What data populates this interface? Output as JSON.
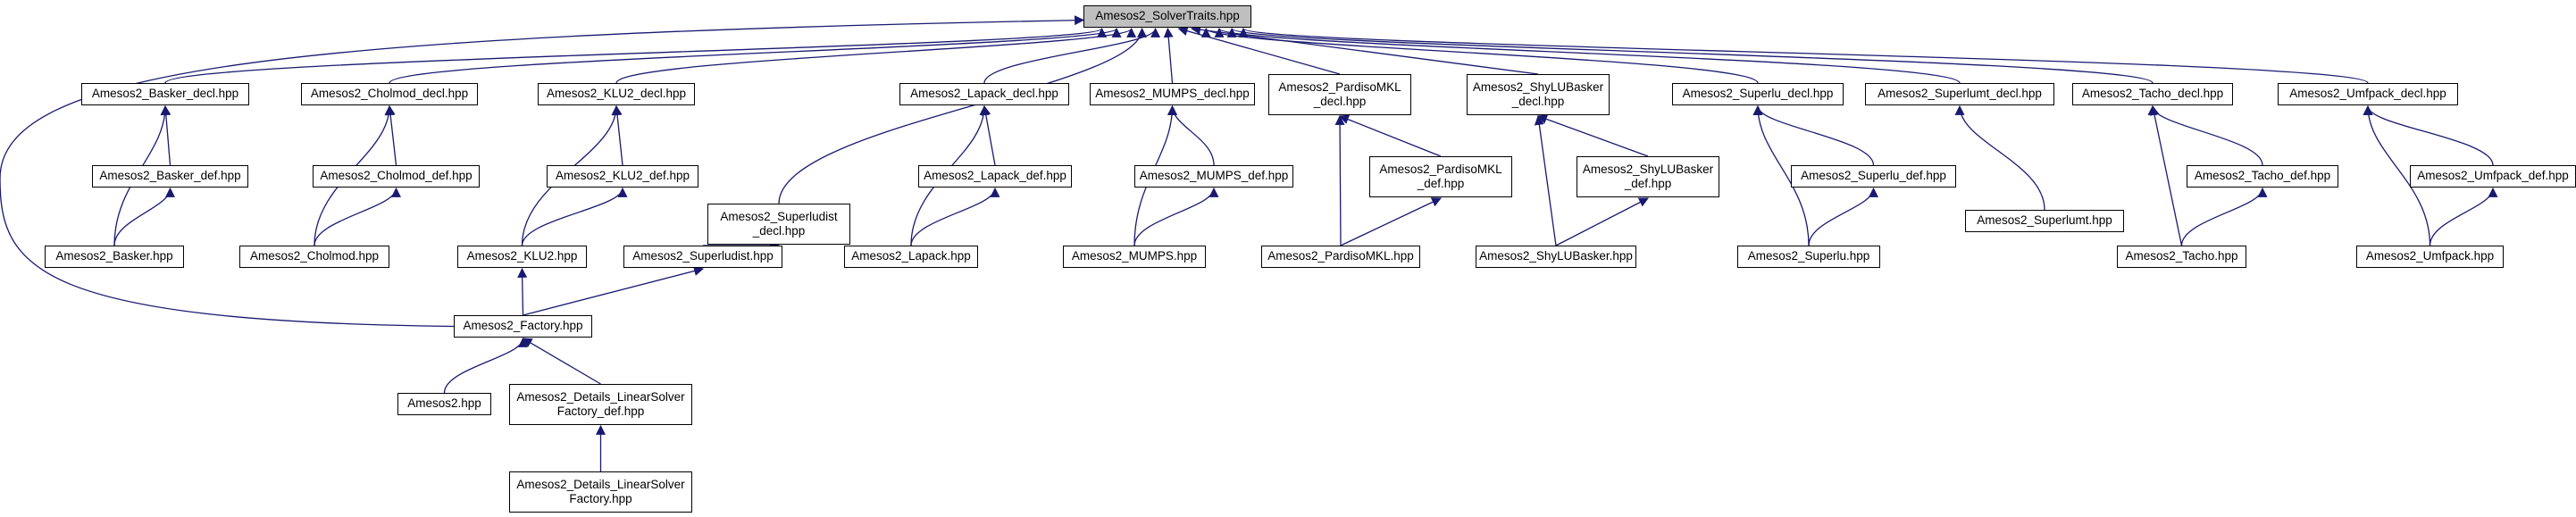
{
  "nodes": [
    {
      "id": "root",
      "label": "Amesos2_SolverTraits.hpp"
    },
    {
      "id": "basker_decl",
      "label": "Amesos2_Basker_decl.hpp"
    },
    {
      "id": "cholmod_decl",
      "label": "Amesos2_Cholmod_decl.hpp"
    },
    {
      "id": "klu2_decl",
      "label": "Amesos2_KLU2_decl.hpp"
    },
    {
      "id": "superludist_decl",
      "label": "Amesos2_Superludist\n_decl.hpp"
    },
    {
      "id": "lapack_decl",
      "label": "Amesos2_Lapack_decl.hpp"
    },
    {
      "id": "mumps_decl",
      "label": "Amesos2_MUMPS_decl.hpp"
    },
    {
      "id": "pardiso_decl",
      "label": "Amesos2_PardisoMKL\n_decl.hpp"
    },
    {
      "id": "shylu_decl",
      "label": "Amesos2_ShyLUBasker\n_decl.hpp"
    },
    {
      "id": "superlu_decl",
      "label": "Amesos2_Superlu_decl.hpp"
    },
    {
      "id": "superlumt_decl",
      "label": "Amesos2_Superlumt_decl.hpp"
    },
    {
      "id": "tacho_decl",
      "label": "Amesos2_Tacho_decl.hpp"
    },
    {
      "id": "umfpack_decl",
      "label": "Amesos2_Umfpack_decl.hpp"
    },
    {
      "id": "basker_def",
      "label": "Amesos2_Basker_def.hpp"
    },
    {
      "id": "cholmod_def",
      "label": "Amesos2_Cholmod_def.hpp"
    },
    {
      "id": "klu2_def",
      "label": "Amesos2_KLU2_def.hpp"
    },
    {
      "id": "lapack_def",
      "label": "Amesos2_Lapack_def.hpp"
    },
    {
      "id": "mumps_def",
      "label": "Amesos2_MUMPS_def.hpp"
    },
    {
      "id": "pardiso_def",
      "label": "Amesos2_PardisoMKL\n_def.hpp"
    },
    {
      "id": "shylu_def",
      "label": "Amesos2_ShyLUBasker\n_def.hpp"
    },
    {
      "id": "superlu_def",
      "label": "Amesos2_Superlu_def.hpp"
    },
    {
      "id": "superlumt",
      "label": "Amesos2_Superlumt.hpp"
    },
    {
      "id": "tacho_def",
      "label": "Amesos2_Tacho_def.hpp"
    },
    {
      "id": "umfpack_def",
      "label": "Amesos2_Umfpack_def.hpp"
    },
    {
      "id": "basker",
      "label": "Amesos2_Basker.hpp"
    },
    {
      "id": "cholmod",
      "label": "Amesos2_Cholmod.hpp"
    },
    {
      "id": "klu2",
      "label": "Amesos2_KLU2.hpp"
    },
    {
      "id": "superludist",
      "label": "Amesos2_Superludist.hpp"
    },
    {
      "id": "lapack",
      "label": "Amesos2_Lapack.hpp"
    },
    {
      "id": "mumps",
      "label": "Amesos2_MUMPS.hpp"
    },
    {
      "id": "pardiso",
      "label": "Amesos2_PardisoMKL.hpp"
    },
    {
      "id": "shylu",
      "label": "Amesos2_ShyLUBasker.hpp"
    },
    {
      "id": "superlu",
      "label": "Amesos2_Superlu.hpp"
    },
    {
      "id": "tacho",
      "label": "Amesos2_Tacho.hpp"
    },
    {
      "id": "umfpack",
      "label": "Amesos2_Umfpack.hpp"
    },
    {
      "id": "factory",
      "label": "Amesos2_Factory.hpp"
    },
    {
      "id": "amesos2",
      "label": "Amesos2.hpp"
    },
    {
      "id": "lsf_def",
      "label": "Amesos2_Details_LinearSolver\nFactory_def.hpp"
    },
    {
      "id": "lsf",
      "label": "Amesos2_Details_LinearSolver\nFactory.hpp"
    }
  ],
  "edges": [
    [
      "basker_decl",
      "root"
    ],
    [
      "cholmod_decl",
      "root"
    ],
    [
      "klu2_decl",
      "root"
    ],
    [
      "superludist_decl",
      "root"
    ],
    [
      "lapack_decl",
      "root"
    ],
    [
      "mumps_decl",
      "root"
    ],
    [
      "pardiso_decl",
      "root"
    ],
    [
      "shylu_decl",
      "root"
    ],
    [
      "superlu_decl",
      "root"
    ],
    [
      "superlumt_decl",
      "root"
    ],
    [
      "tacho_decl",
      "root"
    ],
    [
      "umfpack_decl",
      "root"
    ],
    [
      "factory",
      "root"
    ],
    [
      "basker_def",
      "basker_decl"
    ],
    [
      "basker",
      "basker_decl"
    ],
    [
      "basker",
      "basker_def"
    ],
    [
      "cholmod_def",
      "cholmod_decl"
    ],
    [
      "cholmod",
      "cholmod_decl"
    ],
    [
      "cholmod",
      "cholmod_def"
    ],
    [
      "klu2_def",
      "klu2_decl"
    ],
    [
      "klu2",
      "klu2_decl"
    ],
    [
      "klu2",
      "klu2_def"
    ],
    [
      "superludist",
      "superludist_decl"
    ],
    [
      "lapack_def",
      "lapack_decl"
    ],
    [
      "lapack",
      "lapack_decl"
    ],
    [
      "lapack",
      "lapack_def"
    ],
    [
      "mumps_def",
      "mumps_decl"
    ],
    [
      "mumps",
      "mumps_decl"
    ],
    [
      "mumps",
      "mumps_def"
    ],
    [
      "pardiso_def",
      "pardiso_decl"
    ],
    [
      "pardiso",
      "pardiso_decl"
    ],
    [
      "pardiso",
      "pardiso_def"
    ],
    [
      "shylu_def",
      "shylu_decl"
    ],
    [
      "shylu",
      "shylu_decl"
    ],
    [
      "shylu",
      "shylu_def"
    ],
    [
      "superlu_def",
      "superlu_decl"
    ],
    [
      "superlu",
      "superlu_decl"
    ],
    [
      "superlu",
      "superlu_def"
    ],
    [
      "superlumt",
      "superlumt_decl"
    ],
    [
      "tacho_def",
      "tacho_decl"
    ],
    [
      "tacho",
      "tacho_decl"
    ],
    [
      "tacho",
      "tacho_def"
    ],
    [
      "umfpack_def",
      "umfpack_decl"
    ],
    [
      "umfpack",
      "umfpack_decl"
    ],
    [
      "umfpack",
      "umfpack_def"
    ],
    [
      "factory",
      "klu2"
    ],
    [
      "factory",
      "superludist"
    ],
    [
      "amesos2",
      "factory"
    ],
    [
      "lsf_def",
      "factory"
    ],
    [
      "lsf",
      "lsf_def"
    ]
  ],
  "colors": {
    "root_fill": "#bfbfbf",
    "edge": "#191970",
    "node_border": "#000000"
  }
}
